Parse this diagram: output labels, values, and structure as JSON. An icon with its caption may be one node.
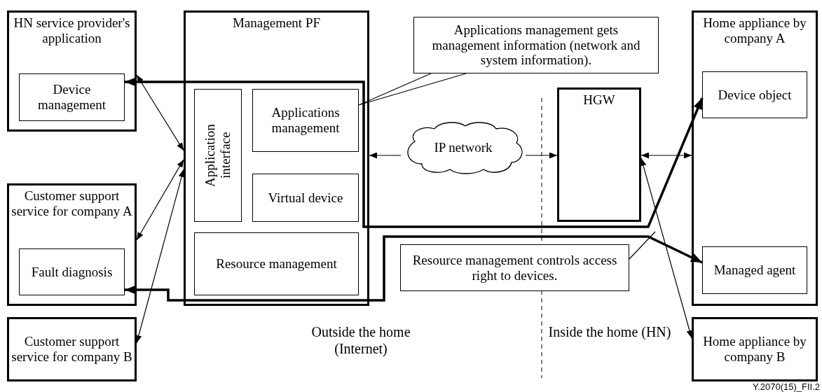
{
  "diagram": {
    "nodes": [
      {
        "text": [
          "HN service provider's application"
        ]
      },
      {
        "text": [
          "Device management"
        ],
        "in": 0
      },
      {
        "text": [
          "Management PF"
        ]
      },
      {
        "text": [
          "Application interface"
        ],
        "in": 2
      },
      {
        "text": [
          "Applications management"
        ],
        "in": 2
      },
      {
        "text": [
          "Virtual device"
        ],
        "in": 2
      },
      {
        "text": [
          "Resource management"
        ],
        "in": 2
      },
      {
        "text": [
          "Applications management gets management information (network and system information)."
        ]
      },
      {
        "text": [
          "IP network"
        ]
      },
      {
        "text": [
          "HGW"
        ]
      },
      {
        "text": [
          "Home appliance by company A"
        ]
      },
      {
        "text": [
          "Device object"
        ],
        "in": 10
      },
      {
        "text": [
          "Managed agent"
        ],
        "in": 10
      },
      {
        "text": [
          "Resource management controls access right to devices."
        ]
      },
      {
        "text": [
          "Customer support service for company A"
        ]
      },
      {
        "text": [
          "Fault diagnosis"
        ],
        "in": 14
      },
      {
        "text": [
          "Customer support service for company B"
        ]
      },
      {
        "text": [
          "Home appliance by company B"
        ]
      }
    ],
    "edges": [
      {
        "from": 0,
        "to": 2,
        "arrow": "both"
      },
      {
        "from": 14,
        "to": 2,
        "arrow": "both"
      },
      {
        "from": 16,
        "to": 2,
        "arrow": "both"
      },
      {
        "from": 8,
        "to": 2,
        "arrow": "to"
      },
      {
        "from": 8,
        "to": 9,
        "arrow": "to"
      },
      {
        "from": 9,
        "to": 10,
        "arrow": "both"
      },
      {
        "from": 9,
        "to": 17,
        "arrow": "both"
      },
      {
        "from": 1,
        "to": 11,
        "arrow": "both",
        "style": "thick"
      },
      {
        "from": 15,
        "to": 12,
        "arrow": "both",
        "style": "thick"
      },
      {
        "from": 7,
        "to": 4,
        "arrow": "none"
      },
      {
        "from": 13,
        "to": null,
        "arrow": "none"
      }
    ],
    "labels": [
      "Outside the home (Internet)",
      "Inside the home (HN)",
      "Y.2070(15)_FII.2"
    ]
  }
}
